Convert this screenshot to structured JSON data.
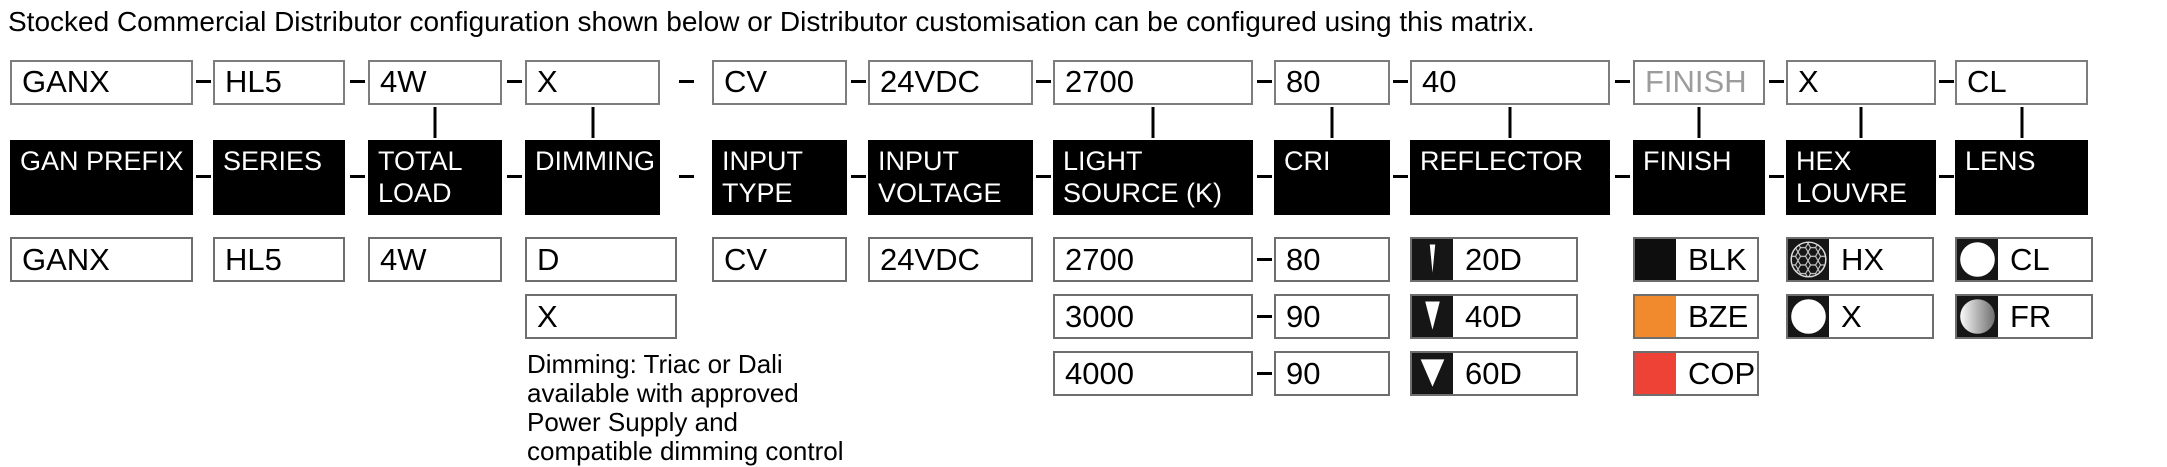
{
  "title": "Stocked Commercial Distributor configuration shown below or Distributor customisation can be configured using this matrix.",
  "colors": {
    "header_bg": "#000000",
    "box_border": "#7d7d7d",
    "placeholder_text": "#9c9c9c",
    "finish_black": "#0e0e0e",
    "finish_bronze": "#f08a2c",
    "finish_copper": "#ef4236"
  },
  "columns": [
    {
      "code": "GANX",
      "header": "GAN PREFIX",
      "options": [
        {
          "label": "GANX"
        }
      ]
    },
    {
      "code": "HL5",
      "header": "SERIES",
      "options": [
        {
          "label": "HL5"
        }
      ]
    },
    {
      "code": "4W",
      "header": "TOTAL LOAD",
      "options": [
        {
          "label": "4W"
        }
      ]
    },
    {
      "code": "X",
      "header": "DIMMING",
      "options": [
        {
          "label": "D"
        },
        {
          "label": "X"
        }
      ],
      "note_lines": [
        "Dimming: Triac or Dali",
        "available with approved",
        "Power Supply and",
        "compatible dimming control"
      ]
    },
    {
      "code": "CV",
      "header": "INPUT TYPE",
      "options": [
        {
          "label": "CV"
        }
      ]
    },
    {
      "code": "24VDC",
      "header": "INPUT VOLTAGE",
      "options": [
        {
          "label": "24VDC"
        }
      ]
    },
    {
      "code": "2700",
      "header": "LIGHT SOURCE (K)",
      "options": [
        {
          "label": "2700"
        },
        {
          "label": "3000"
        },
        {
          "label": "4000"
        }
      ]
    },
    {
      "code": "80",
      "header": "CRI",
      "options": [
        {
          "label": "80"
        },
        {
          "label": "90"
        },
        {
          "label": "90"
        }
      ]
    },
    {
      "code": "40",
      "header": "REFLECTOR",
      "options": [
        {
          "label": "20D",
          "icon": "beam-narrow-icon"
        },
        {
          "label": "40D",
          "icon": "beam-medium-icon"
        },
        {
          "label": "60D",
          "icon": "beam-wide-icon"
        }
      ]
    },
    {
      "code": "FINISH",
      "header": "FINISH",
      "code_is_placeholder": true,
      "options": [
        {
          "label": "BLK",
          "swatch": "#0e0e0e"
        },
        {
          "label": "BZE",
          "swatch": "#f08a2c"
        },
        {
          "label": "COP",
          "swatch": "#ef4236"
        }
      ]
    },
    {
      "code": "X",
      "header": "HEX LOUVRE",
      "options": [
        {
          "label": "HX",
          "icon": "hex-louvre-icon"
        },
        {
          "label": "X",
          "icon": "open-circle-icon"
        }
      ]
    },
    {
      "code": "CL",
      "header": "LENS",
      "options": [
        {
          "label": "CL",
          "icon": "clear-lens-icon"
        },
        {
          "label": "FR",
          "icon": "frosted-lens-icon"
        }
      ]
    }
  ]
}
